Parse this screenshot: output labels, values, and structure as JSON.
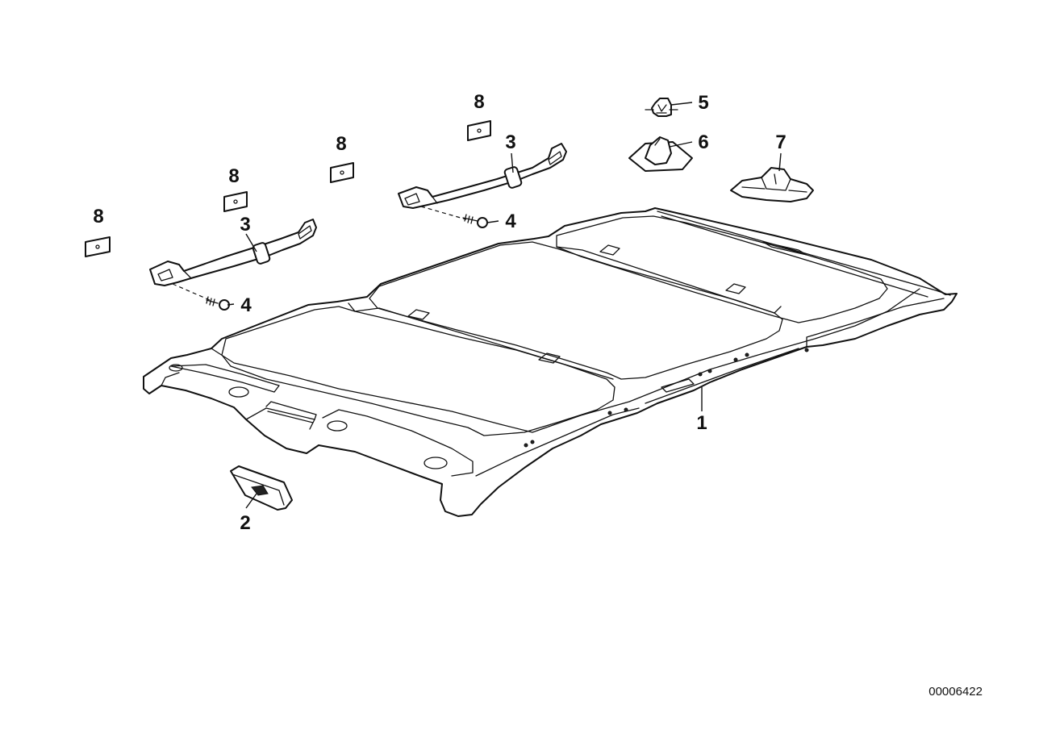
{
  "diagram": {
    "id_number": "00006422",
    "callouts": {
      "headliner": "1",
      "cover": "2",
      "handle_left": "3",
      "handle_right": "3",
      "screw_left": "4",
      "screw_right": "4",
      "clip": "5",
      "bracket": "6",
      "cap": "7",
      "pad_1": "8",
      "pad_2": "8",
      "pad_3": "8",
      "pad_4": "8"
    }
  }
}
